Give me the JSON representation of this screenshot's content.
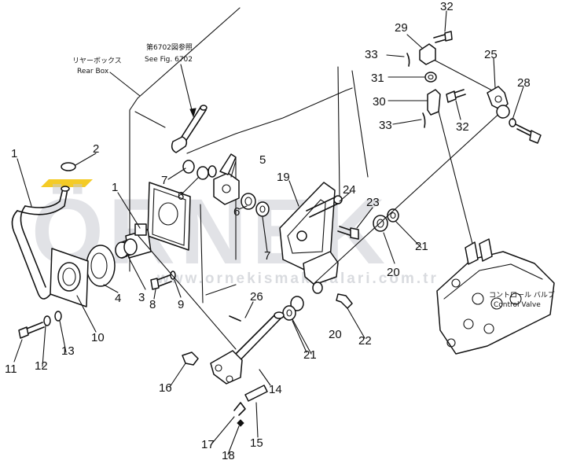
{
  "watermark": {
    "brand": "ÖRNEK",
    "site": "www.ornekismakinalari.com.tr",
    "brand_color": "#c9ccd2",
    "accent_color": "#f2c200"
  },
  "annotations": {
    "rear_box_jp": "リヤーボックス",
    "rear_box_en": "Rear Box",
    "see_fig_jp": "第6702図参照",
    "see_fig_en": "See Fig. 6702",
    "control_valve_jp": "コントロール バルブ",
    "control_valve_en": "Control Valve"
  },
  "callouts": [
    {
      "id": "c1a",
      "text": "1"
    },
    {
      "id": "c2",
      "text": "2"
    },
    {
      "id": "c1b",
      "text": "1"
    },
    {
      "id": "c3",
      "text": "3"
    },
    {
      "id": "c4",
      "text": "4"
    },
    {
      "id": "c5",
      "text": "5"
    },
    {
      "id": "c6a",
      "text": "6"
    },
    {
      "id": "c6b",
      "text": "6"
    },
    {
      "id": "c7a",
      "text": "7"
    },
    {
      "id": "c7b",
      "text": "7"
    },
    {
      "id": "c8",
      "text": "8"
    },
    {
      "id": "c9",
      "text": "9"
    },
    {
      "id": "c10",
      "text": "10"
    },
    {
      "id": "c11",
      "text": "11"
    },
    {
      "id": "c12",
      "text": "12"
    },
    {
      "id": "c13",
      "text": "13"
    },
    {
      "id": "c14",
      "text": "14"
    },
    {
      "id": "c15",
      "text": "15"
    },
    {
      "id": "c16",
      "text": "16"
    },
    {
      "id": "c17",
      "text": "17"
    },
    {
      "id": "c18",
      "text": "18"
    },
    {
      "id": "c19",
      "text": "19"
    },
    {
      "id": "c20a",
      "text": "20"
    },
    {
      "id": "c20b",
      "text": "20"
    },
    {
      "id": "c21a",
      "text": "21"
    },
    {
      "id": "c21b",
      "text": "21"
    },
    {
      "id": "c22",
      "text": "22"
    },
    {
      "id": "c23",
      "text": "23"
    },
    {
      "id": "c24",
      "text": "24"
    },
    {
      "id": "c25",
      "text": "25"
    },
    {
      "id": "c26",
      "text": "26"
    },
    {
      "id": "c28",
      "text": "28"
    },
    {
      "id": "c29",
      "text": "29"
    },
    {
      "id": "c30",
      "text": "30"
    },
    {
      "id": "c31",
      "text": "31"
    },
    {
      "id": "c32a",
      "text": "32"
    },
    {
      "id": "c32b",
      "text": "32"
    },
    {
      "id": "c33a",
      "text": "33"
    },
    {
      "id": "c33b",
      "text": "33"
    }
  ]
}
